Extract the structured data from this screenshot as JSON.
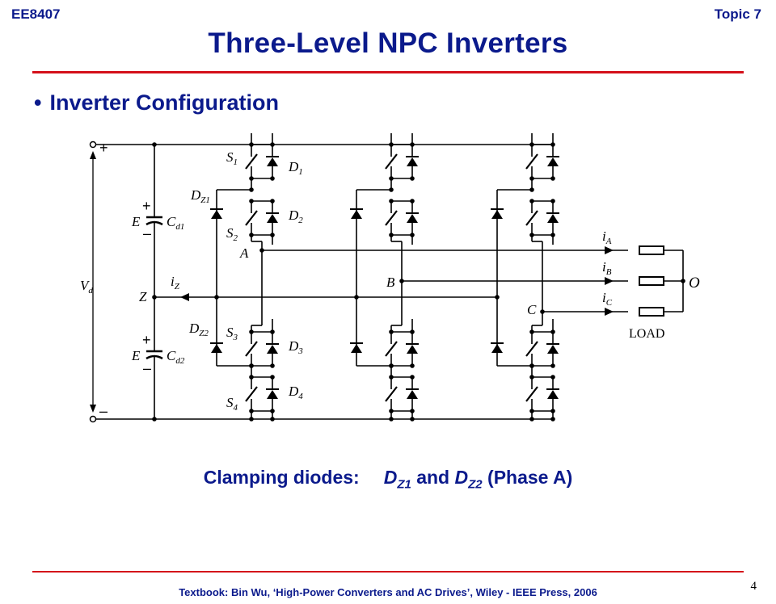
{
  "header": {
    "course": "EE8407",
    "topic": "Topic 7",
    "title": "Three-Level NPC Inverters"
  },
  "bullet": {
    "text": "Inverter Configuration"
  },
  "circuit": {
    "dc_plus": "+",
    "dc_minus": "–",
    "vd": {
      "main": "V",
      "sub": "d"
    },
    "cap_plus": "+",
    "cap_minus": "–",
    "e": "E",
    "cd1": {
      "main": "C",
      "sub": "d1"
    },
    "cd2": {
      "main": "C",
      "sub": "d2"
    },
    "z": "Z",
    "iz": {
      "main": "i",
      "sub": "Z"
    },
    "s1": {
      "main": "S",
      "sub": "1"
    },
    "s2": {
      "main": "S",
      "sub": "2"
    },
    "s3": {
      "main": "S",
      "sub": "3"
    },
    "s4": {
      "main": "S",
      "sub": "4"
    },
    "d1": {
      "main": "D",
      "sub": "1"
    },
    "d2": {
      "main": "D",
      "sub": "2"
    },
    "d3": {
      "main": "D",
      "sub": "3"
    },
    "d4": {
      "main": "D",
      "sub": "4"
    },
    "dz1": {
      "main": "D",
      "sub": "Z1"
    },
    "dz2": {
      "main": "D",
      "sub": "Z2"
    },
    "node_a": "A",
    "node_b": "B",
    "node_c": "C",
    "ia": {
      "main": "i",
      "sub": "A"
    },
    "ib": {
      "main": "i",
      "sub": "B"
    },
    "ic": {
      "main": "i",
      "sub": "C"
    },
    "node_o": "O",
    "load": "LOAD"
  },
  "caption": {
    "prefix": "Clamping diodes:",
    "dz1_main": "D",
    "dz1_sub": "Z1",
    "and": "and",
    "dz2_main": "D",
    "dz2_sub": "Z2",
    "suffix": "(Phase A)"
  },
  "footer": {
    "text": "Textbook: Bin Wu, ‘High-Power Converters and AC Drives’, Wiley - IEEE Press, 2006",
    "page": "4"
  }
}
